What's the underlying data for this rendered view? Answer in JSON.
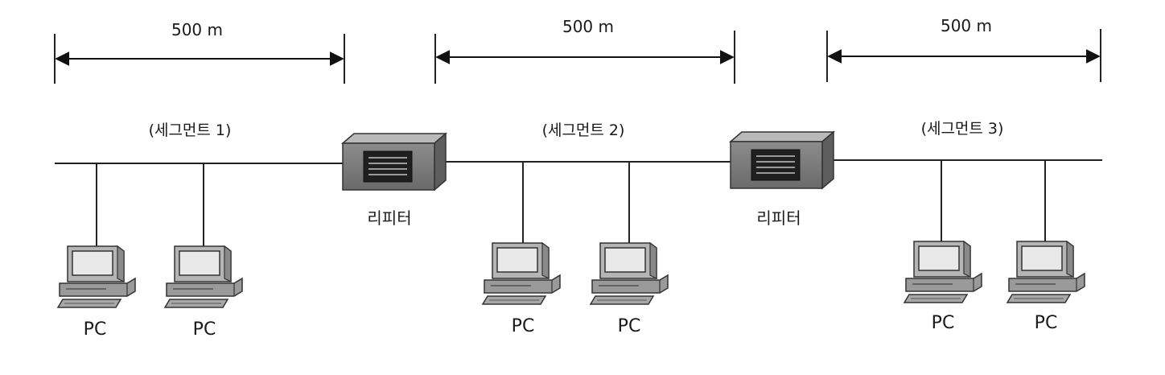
{
  "distance_labels": [
    "500 m",
    "500 m",
    "500 m"
  ],
  "segments": [
    {
      "label": "(세그먼트 1)"
    },
    {
      "label": "(세그먼트 2)"
    },
    {
      "label": "(세그먼트 3)"
    }
  ],
  "repeaters": [
    {
      "label": "리피터"
    },
    {
      "label": "리피터"
    }
  ],
  "pcs": [
    {
      "label": "PC"
    },
    {
      "label": "PC"
    },
    {
      "label": "PC"
    },
    {
      "label": "PC"
    },
    {
      "label": "PC"
    },
    {
      "label": "PC"
    }
  ]
}
